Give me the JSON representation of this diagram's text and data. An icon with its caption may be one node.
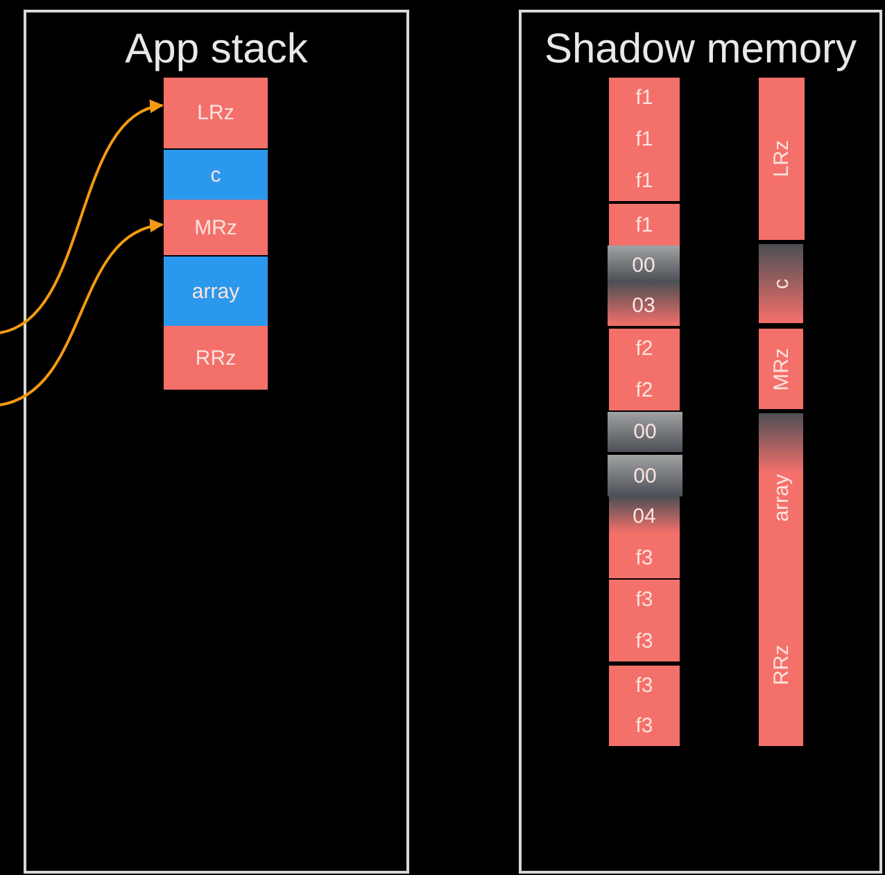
{
  "diagram": {
    "nodes": [
      {
        "text": [
          "App stack"
        ]
      },
      {
        "text": [
          "LRz"
        ],
        "in": 0
      },
      {
        "text": [
          "c"
        ],
        "in": 0
      },
      {
        "text": [
          "MRz"
        ],
        "in": 0
      },
      {
        "text": [
          "array"
        ],
        "in": 0
      },
      {
        "text": [
          "RRz"
        ],
        "in": 0
      },
      {
        "text": [
          "Shadow memory"
        ]
      },
      {
        "text": [
          "f1",
          "f1",
          "f1"
        ],
        "in": 6
      },
      {
        "text": [
          "f1"
        ],
        "in": 6
      },
      {
        "text": [
          "00",
          "03"
        ],
        "in": 6
      },
      {
        "text": [
          "f2",
          "f2"
        ],
        "in": 6
      },
      {
        "text": [
          "00"
        ],
        "in": 6
      },
      {
        "text": [
          "00"
        ],
        "in": 6
      },
      {
        "text": [
          "04",
          "f3"
        ],
        "in": 6
      },
      {
        "text": [
          "f3",
          "f3"
        ],
        "in": 6
      },
      {
        "text": [
          "f3",
          "f3"
        ],
        "in": 6
      },
      {
        "text": [
          "LRz"
        ],
        "in": 6
      },
      {
        "text": [
          "c"
        ],
        "in": 6
      },
      {
        "text": [
          "MRz"
        ],
        "in": 6
      },
      {
        "text": [
          "array",
          "RRz"
        ],
        "in": 6
      }
    ],
    "edges": [
      {
        "from": null,
        "to": 1,
        "arrow": "to"
      },
      {
        "from": null,
        "to": 3,
        "arrow": "to"
      }
    ]
  }
}
